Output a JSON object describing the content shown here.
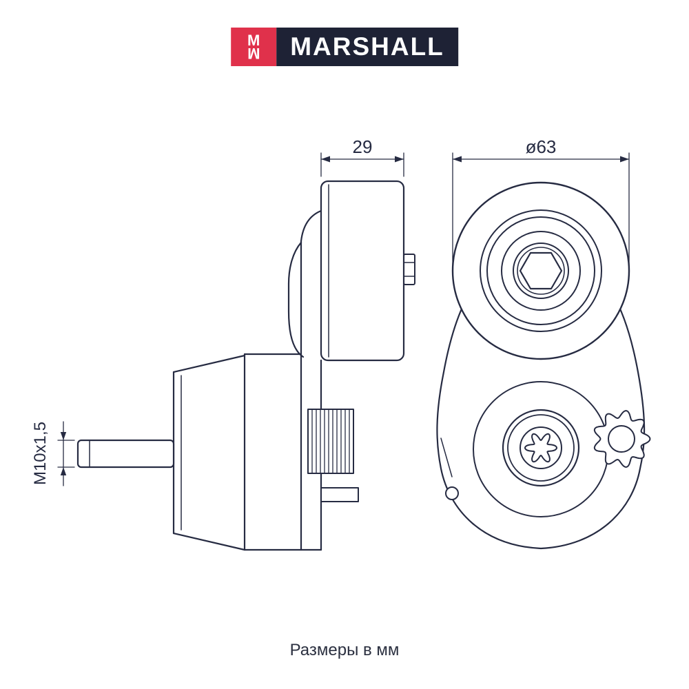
{
  "brand": {
    "mark_top": "M",
    "mark_bottom": "M",
    "name": "MARSHALL"
  },
  "drawing": {
    "side_view": {
      "width_label": "29",
      "thread_label": "M10x1,5"
    },
    "front_view": {
      "diameter_label": "ø63"
    }
  },
  "caption": "Размеры в мм",
  "colors": {
    "line": "#262b42",
    "logo_navy": "#1e2235",
    "logo_red": "#e0314b"
  }
}
